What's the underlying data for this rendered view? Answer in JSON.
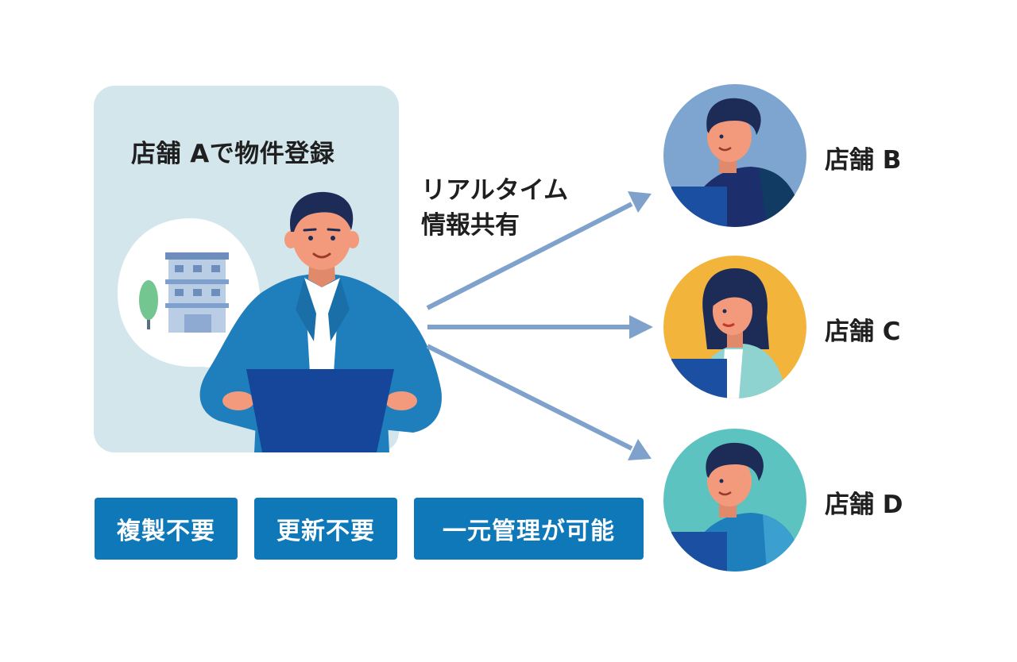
{
  "store_a": {
    "title": "店舗 Aで物件登録"
  },
  "caption": {
    "line1": "リアルタイム",
    "line2": "情報共有"
  },
  "stores": [
    {
      "label": "店舗 B",
      "bg": "#7ea5cf"
    },
    {
      "label": "店舗 C",
      "bg": "#f2b43b"
    },
    {
      "label": "店舗 D",
      "bg": "#5cc3c1"
    }
  ],
  "badges": [
    {
      "label": "複製不要"
    },
    {
      "label": "更新不要"
    },
    {
      "label": "一元管理が可能"
    }
  ],
  "colors": {
    "panel": "#d2e6ec",
    "arrow": "#7fa2cc",
    "badge": "#0f78b8",
    "jacket": "#1d7fbd",
    "laptop": "#163f96"
  },
  "icons": [
    "building-icon",
    "tree-icon",
    "person-icon",
    "laptop-icon",
    "arrow-icon"
  ]
}
